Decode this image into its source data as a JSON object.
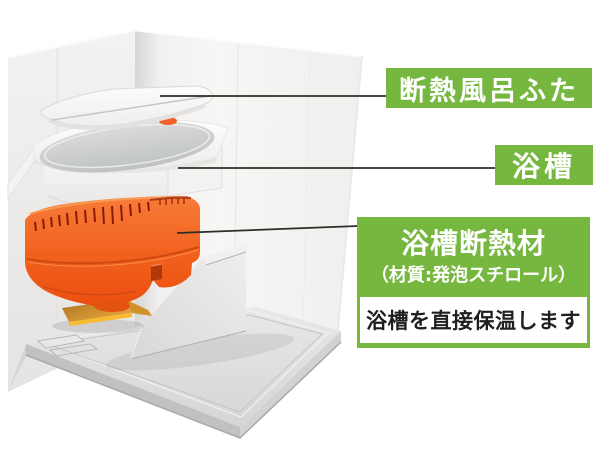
{
  "callouts": {
    "lid": {
      "label": "断熱風呂ふた"
    },
    "tub": {
      "label": "浴槽"
    },
    "insulation": {
      "label": "浴槽断熱材",
      "material": "（材質:発泡スチロール）",
      "note": "浴槽を直接保温します"
    }
  },
  "colors": {
    "label_green": "#76b73f",
    "label_text": "#ffffff",
    "note_text": "#1f1f1d",
    "note_background": "#ffffff",
    "leader_line": "#2e2d2a",
    "insulation_orange": "#f15e1e",
    "insulation_cavity": "#7d170c",
    "floor_sheet_gold": "#eaa733",
    "room_wall": "#f2f1ef",
    "room_floor": "#dcdbd9",
    "tub_white": "#f9f9f8"
  }
}
